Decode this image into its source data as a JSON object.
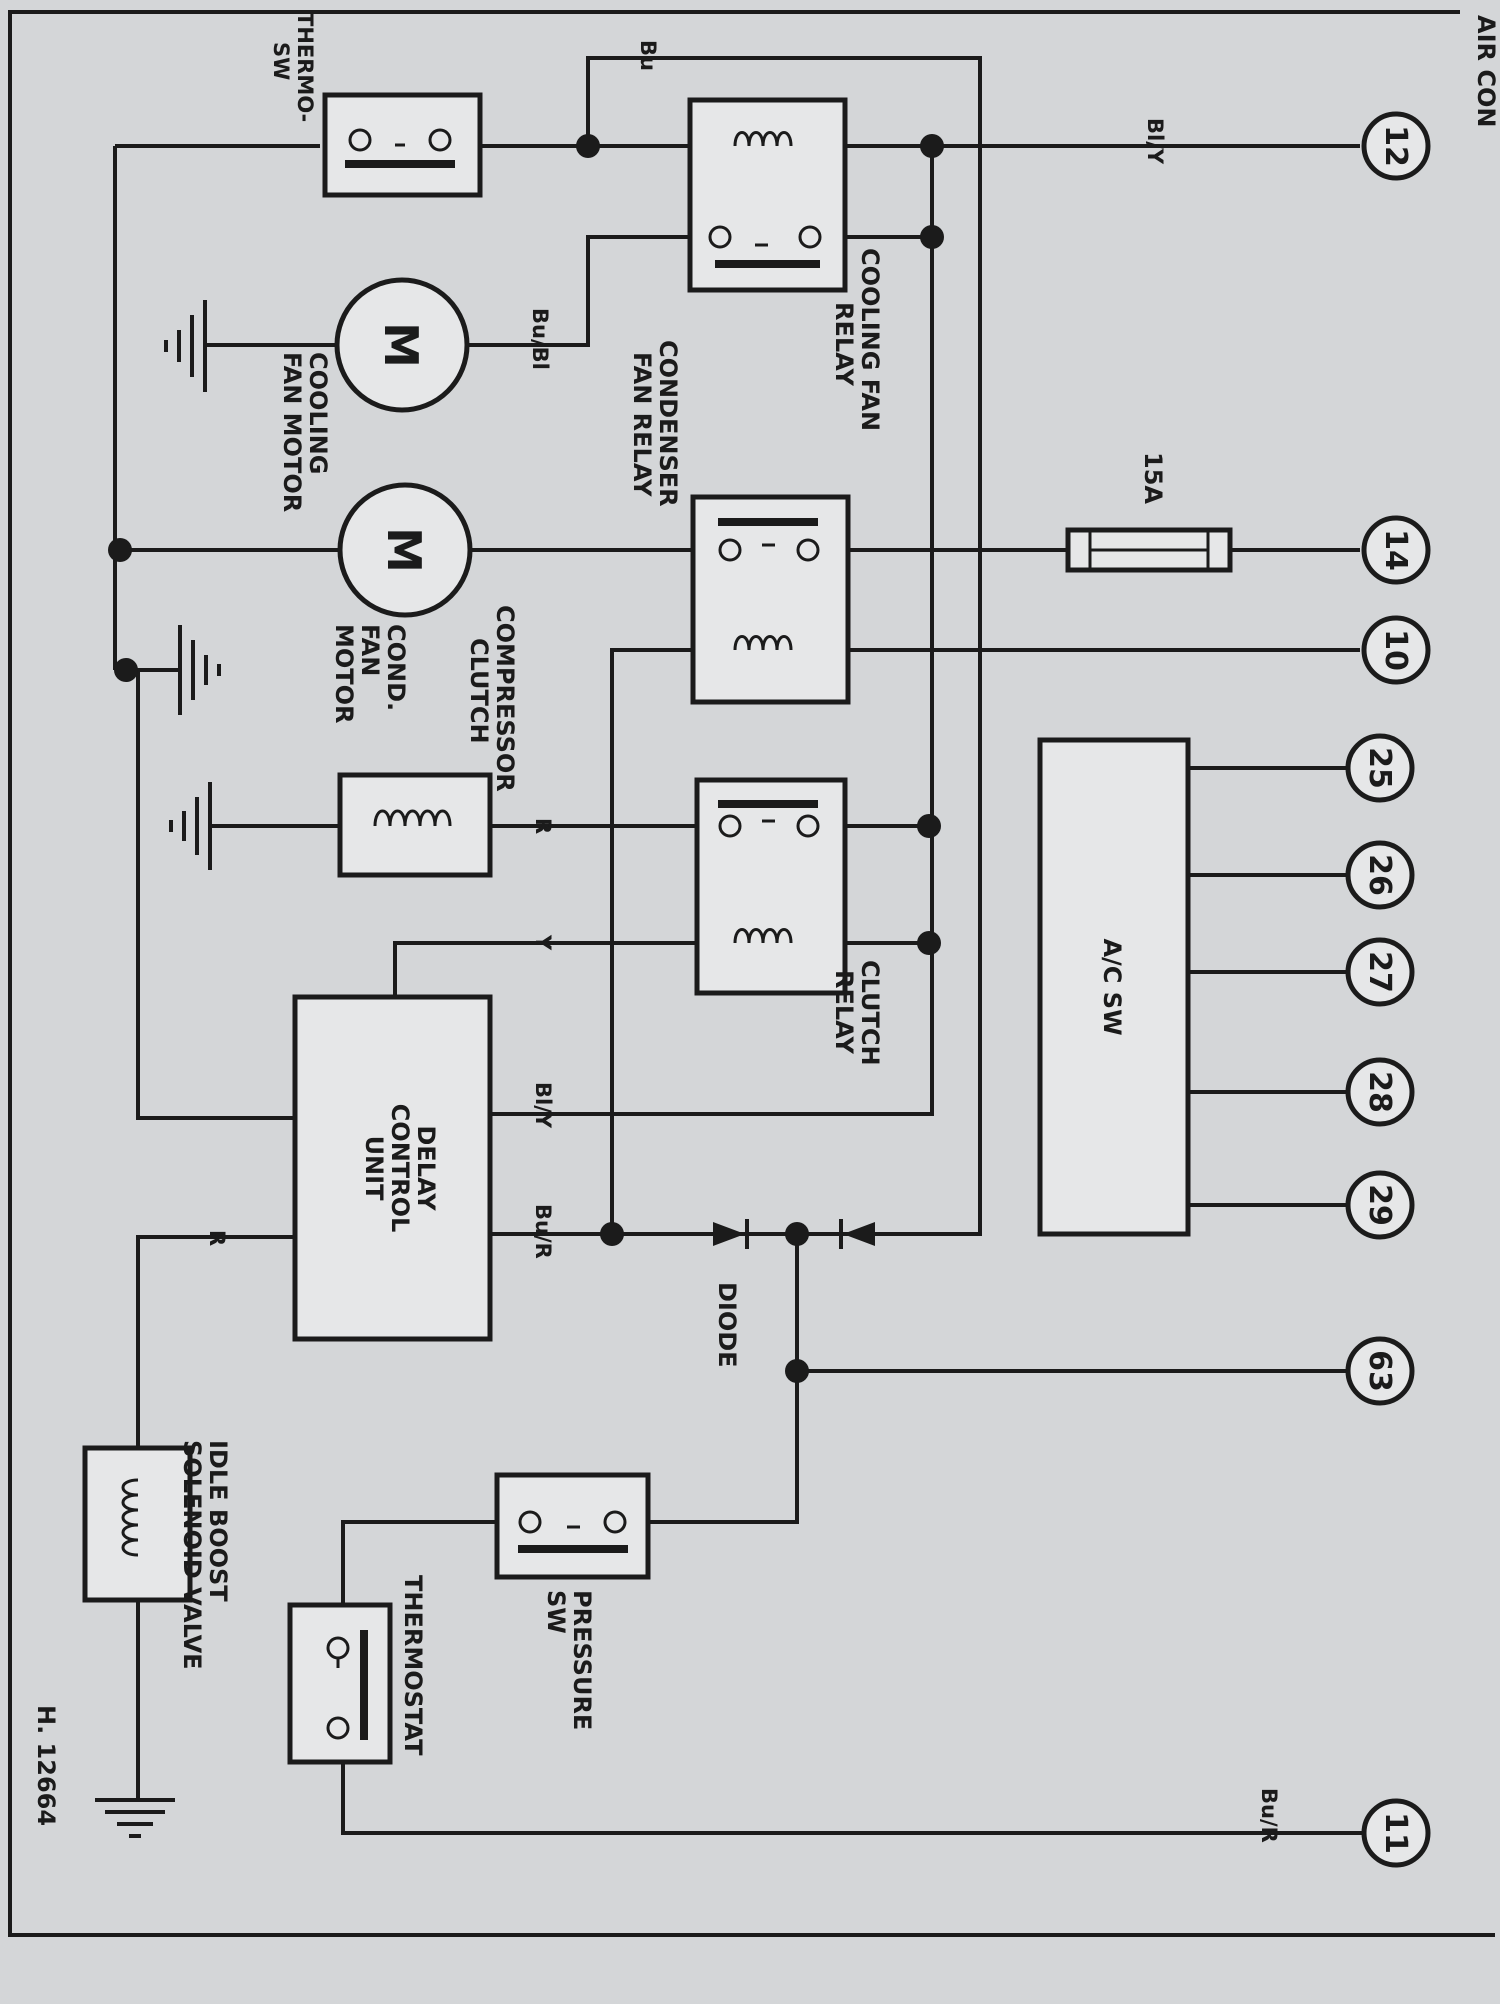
{
  "page_title": "AIR CON",
  "drawing_ref": "H. 12664",
  "fuse_rating": "15A",
  "terminals": [
    "12",
    "14",
    "10",
    "25",
    "26",
    "27",
    "28",
    "29",
    "63",
    "11"
  ],
  "components": {
    "thermo_sw": [
      "THERMO-",
      "SW"
    ],
    "cooling_fan_relay": [
      "COOLING FAN",
      "RELAY"
    ],
    "condenser_fan_relay": [
      "CONDENSER",
      "FAN RELAY"
    ],
    "cooling_fan_motor": [
      "COOLING",
      "FAN MOTOR"
    ],
    "cond_fan_motor": [
      "COND.",
      "FAN",
      "MOTOR"
    ],
    "compressor_clutch": [
      "COMPRESSOR",
      "CLUTCH"
    ],
    "clutch_relay": [
      "CLUTCH",
      "RELAY"
    ],
    "delay_control_unit": [
      "DELAY",
      "CONTROL",
      "UNIT"
    ],
    "ac_sw": "A/C SW",
    "diode": "DIODE",
    "pressure_sw": [
      "PRESSURE",
      "SW"
    ],
    "thermostat": "THERMOSTAT",
    "idle_boost_solenoid": [
      "IDLE BOOST",
      "SOLENOID VALVE"
    ],
    "motor_symbol": "M"
  },
  "wire_colors": {
    "bu": "Bu",
    "bl_y_top": "Bl/Y",
    "bu_bl": "Bu/Bl",
    "r_clutch": "R",
    "y": "Y",
    "bl_y_delay": "Bl/Y",
    "bu_r_delay": "Bu/R",
    "r_idle": "R",
    "bu_r_bottom": "Bu/R"
  }
}
